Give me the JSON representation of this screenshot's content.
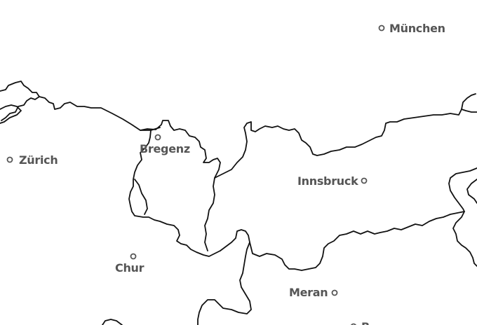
{
  "map": {
    "line_color": "#111111",
    "label_color": "#555555",
    "cities": [
      {
        "id": "muenchen",
        "name": "München"
      },
      {
        "id": "zuerich",
        "name": "Zürich"
      },
      {
        "id": "bregenz",
        "name": "Bregenz"
      },
      {
        "id": "innsbruck",
        "name": "Innsbruck"
      },
      {
        "id": "chur",
        "name": "Chur"
      },
      {
        "id": "meran",
        "name": "Meran"
      },
      {
        "id": "bozen",
        "name": "B"
      }
    ]
  }
}
